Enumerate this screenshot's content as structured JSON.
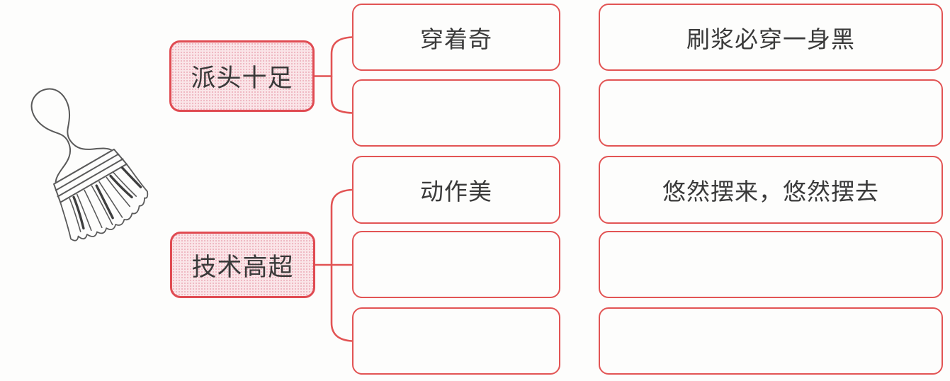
{
  "diagram": {
    "illustration": "paintbrush-icon",
    "groups": [
      {
        "label": "派头十足",
        "children": [
          {
            "trait": "穿着奇",
            "detail": "刷浆必穿一身黑"
          },
          {
            "trait": "",
            "detail": ""
          }
        ]
      },
      {
        "label": "技术高超",
        "children": [
          {
            "trait": "动作美",
            "detail": "悠然摆来，悠然摆去"
          },
          {
            "trait": "",
            "detail": ""
          },
          {
            "trait": "",
            "detail": ""
          }
        ]
      }
    ],
    "colors": {
      "connector_line": "#e25454",
      "parent_fill": "#fae5e8",
      "parent_border": "#e04b52",
      "child_border": "#e25454",
      "text": "#3a3a3a"
    }
  }
}
